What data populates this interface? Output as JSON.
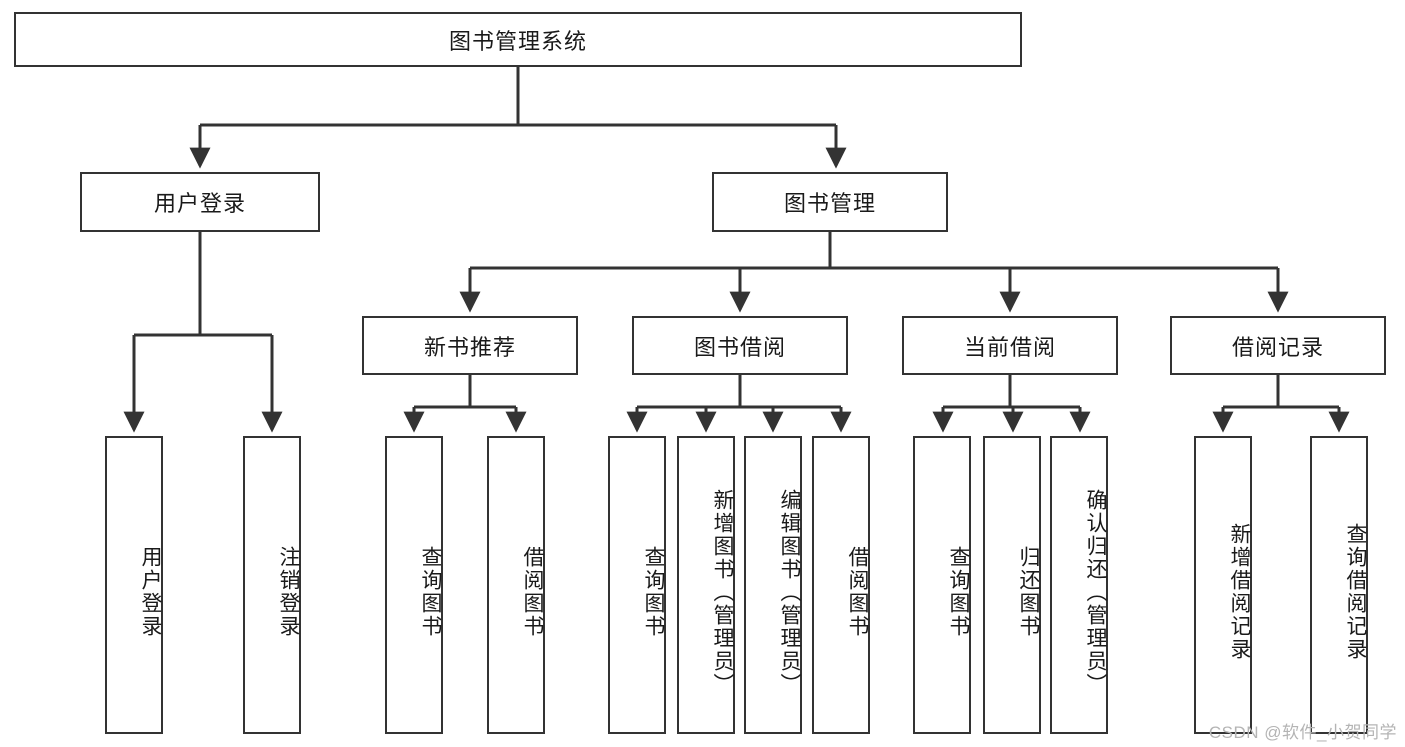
{
  "diagram": {
    "title": "图书管理系统",
    "watermark": "CSDN @软件_小贺同学",
    "stroke_color": "#333333",
    "fill_color": "#ffffff",
    "text_color": "#1a1a1a",
    "watermark_color": "#b4b4b4"
  },
  "nodes": {
    "root": {
      "label": "图书管理系统"
    },
    "level2": [
      {
        "label": "用户登录"
      },
      {
        "label": "图书管理"
      }
    ],
    "level3": [
      {
        "label": "新书推荐"
      },
      {
        "label": "图书借阅"
      },
      {
        "label": "当前借阅"
      },
      {
        "label": "借阅记录"
      }
    ],
    "leaves": {
      "user_login": [
        {
          "label": "用户登录"
        },
        {
          "label": "注销登录"
        }
      ],
      "new_book": [
        {
          "label": "查询图书"
        },
        {
          "label": "借阅图书"
        }
      ],
      "book_borrow": [
        {
          "label": "查询图书"
        },
        {
          "label": "新增图书（管理员）"
        },
        {
          "label": "编辑图书（管理员）"
        },
        {
          "label": "借阅图书"
        }
      ],
      "current_borrow": [
        {
          "label": "查询图书"
        },
        {
          "label": "归还图书"
        },
        {
          "label": "确认归还（管理员）"
        }
      ],
      "borrow_record": [
        {
          "label": "新增借阅记录"
        },
        {
          "label": "查询借阅记录"
        }
      ]
    }
  }
}
